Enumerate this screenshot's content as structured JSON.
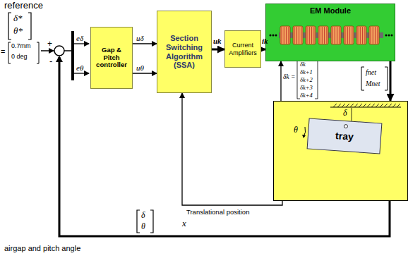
{
  "diagram": {
    "nodes": [
      {
        "text": [
          "Gap & Pitch controller"
        ]
      },
      {
        "text": [
          "Section Switching Algorithm (SSA)"
        ]
      },
      {
        "text": [
          "Current Amplifiers"
        ]
      },
      {
        "text": [
          "EM Module"
        ]
      },
      {
        "text": [
          "δ",
          "θ"
        ]
      },
      {
        "text": [
          "tray"
        ],
        "in": 4
      }
    ],
    "edges": [
      {
        "from": 0,
        "to": 1,
        "arrow": "to",
        "label": "uδ"
      },
      {
        "from": 0,
        "to": 1,
        "arrow": "to",
        "label": "uθ"
      },
      {
        "from": 1,
        "to": 2,
        "arrow": "to",
        "label": "uk"
      },
      {
        "from": 2,
        "to": 3,
        "arrow": "to",
        "label": "ik"
      },
      {
        "from": 3,
        "to": 4,
        "arrow": "to"
      },
      {
        "from": 4,
        "to": 3,
        "arrow": "to",
        "label": "δk ="
      },
      {
        "from": 4,
        "to": 1,
        "arrow": "to",
        "label": "x"
      }
    ],
    "labels": [
      "reference",
      "δ*",
      "θ*",
      "=",
      "0.7mm",
      "0 deg",
      "+",
      "-",
      "eδ",
      "eθ",
      "fnet",
      "Mnet",
      "δk",
      "δk+1",
      "δk+2",
      "δk+3",
      "δk+4",
      "Translational position",
      "δ",
      "θ",
      "airgap and pitch angle"
    ]
  }
}
